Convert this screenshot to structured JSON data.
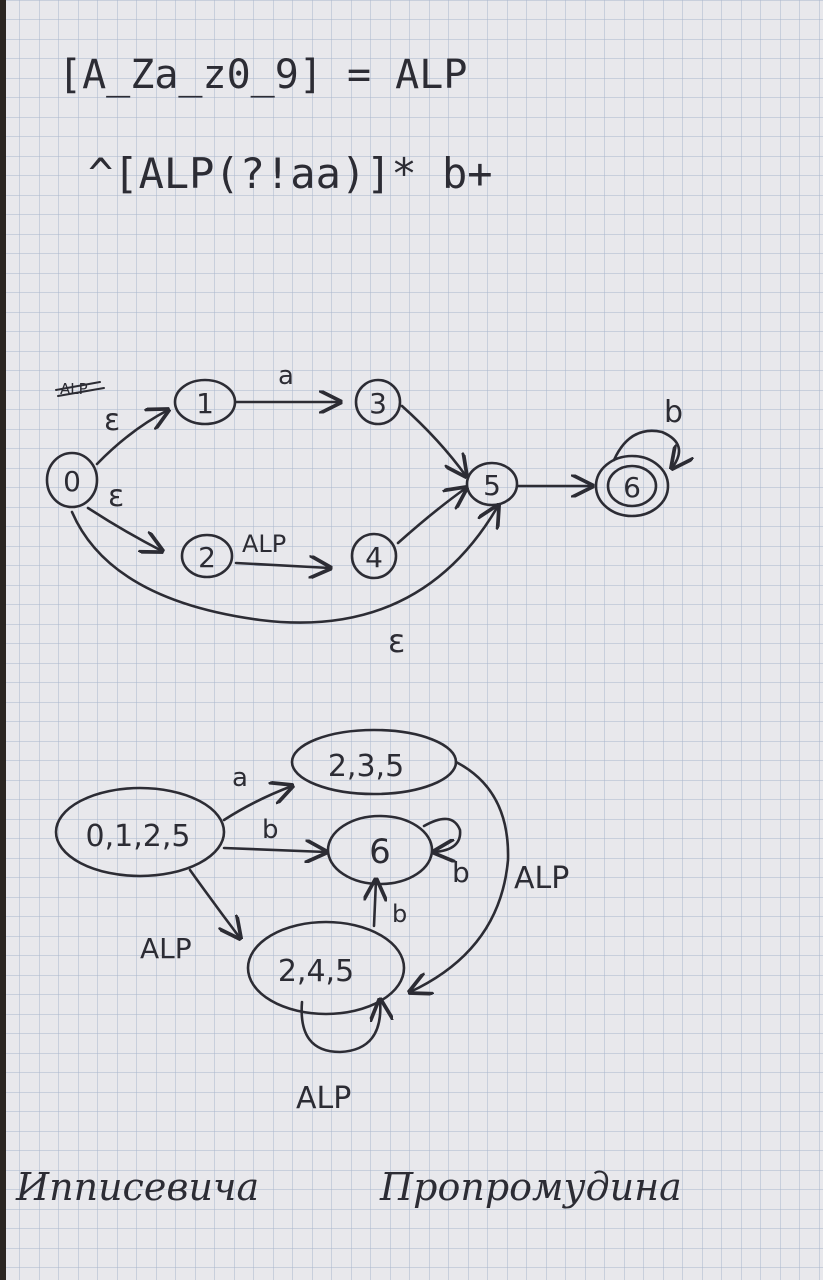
{
  "header": {
    "definition": "[A_Za_z0_9] = ALP",
    "regex": "^[ALP(?!aa)]* b+"
  },
  "nfa": {
    "struck_label": "ALP",
    "states": [
      "0",
      "1",
      "2",
      "3",
      "4",
      "5",
      "6"
    ],
    "edge_labels": {
      "e01": "ε",
      "e02": "ε",
      "a13": "a",
      "alp24": "ALP",
      "e05": "ε",
      "b66": "b"
    }
  },
  "dfa": {
    "states": [
      "0,1,2,5",
      "2,3,5",
      "6",
      "2,4,5"
    ],
    "edge_labels": {
      "a": "a",
      "b_start": "b",
      "alp_start": "ALP",
      "b_self": "b",
      "alp_235": "ALP",
      "b_245": "b",
      "alp_self": "ALP"
    }
  },
  "signatures": {
    "left": "Ипписевича",
    "right": "Пропромудина"
  },
  "colors": {
    "paper": "#e8e8ec",
    "grid": "#a9b6cc",
    "ink": "#2c2c34"
  }
}
